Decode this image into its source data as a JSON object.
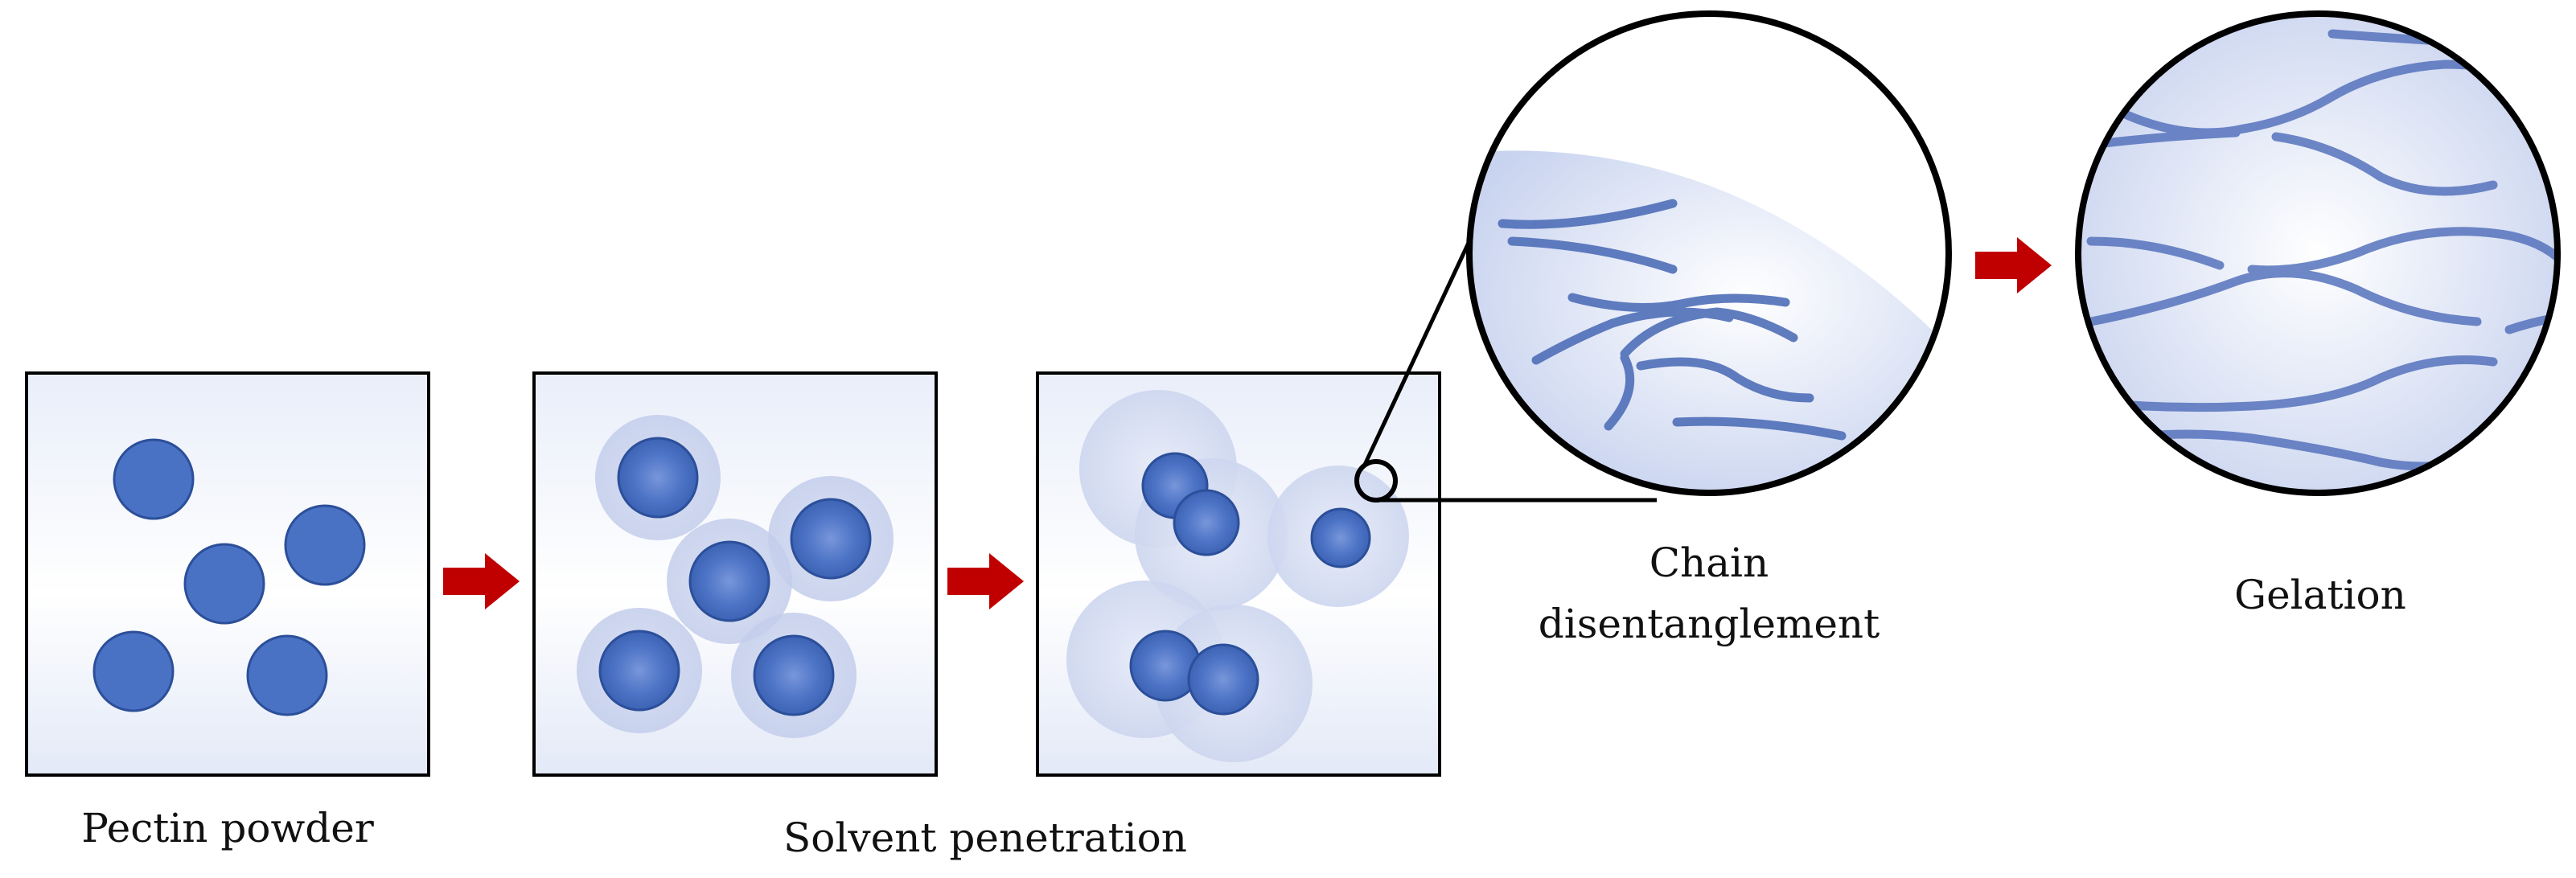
{
  "labels": {
    "pectin_powder": "Pectin powder",
    "solvent_penetration": "Solvent penetration",
    "chain_disentanglement_line1": "Chain",
    "chain_disentanglement_line2": "disentanglement",
    "gelation": "Gelation"
  },
  "colors": {
    "particle": "#4a72c4",
    "particle_stroke": "#2c4f9a",
    "halo": "#c7d2ee",
    "panel_bg": "#eef2fb",
    "chain": "#4f6fb8",
    "arrow": "#c00000",
    "outline": "#000000"
  }
}
